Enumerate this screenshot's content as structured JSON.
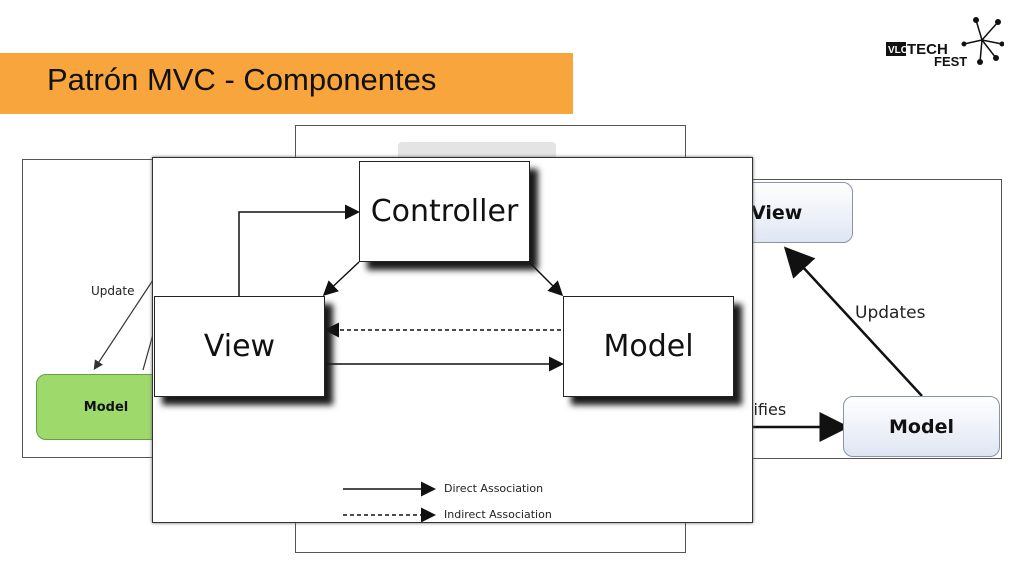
{
  "slide": {
    "title": "Patrón MVC - Componentes"
  },
  "logo": {
    "text_left": "VLC",
    "text_mid": "TECH",
    "text_right": "FEST"
  },
  "left_diagram": {
    "update_label": "Update",
    "model_label": "Model"
  },
  "right_diagram": {
    "view_label": "View",
    "updates_label": "Updates",
    "modifies_fragment": "lifies",
    "model_label": "Model"
  },
  "main_diagram": {
    "controller_label": "Controller",
    "view_label": "View",
    "model_label": "Model",
    "legend": {
      "direct": "Direct Association",
      "indirect": "Indirect Association"
    }
  },
  "colors": {
    "accent": "#f9a53d",
    "green_model": "#9ed96c"
  }
}
